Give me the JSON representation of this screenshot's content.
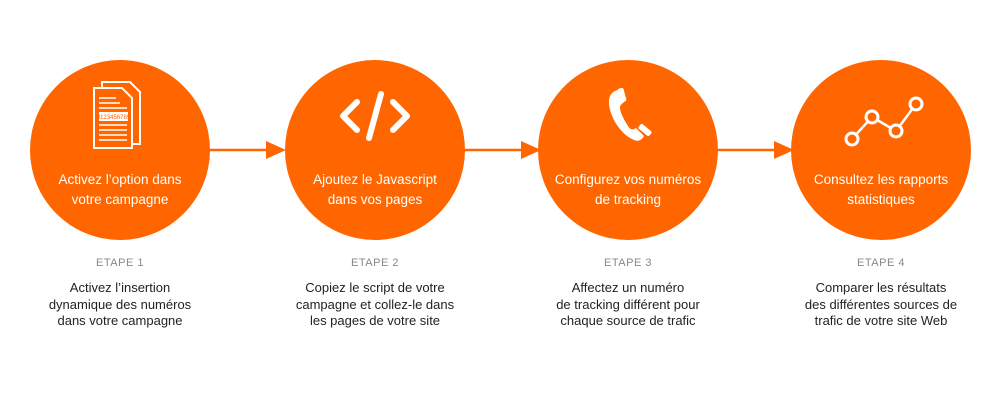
{
  "accent_color": "#ff6600",
  "steps": [
    {
      "icon": "document-icon",
      "document_number": "0123456789",
      "title": "Activez l’option dans\nvotre campagne",
      "label": "ETAPE 1",
      "description": "Activez l’insertion\ndynamique des numéros\ndans votre campagne"
    },
    {
      "icon": "code-icon",
      "title": "Ajoutez le Javascript\ndans vos pages",
      "label": "ETAPE 2",
      "description": "Copiez le script de votre\ncampagne et collez-le dans\nles pages de votre site"
    },
    {
      "icon": "phone-icon",
      "title": "Configurez vos numéros\nde tracking",
      "label": "ETAPE 3",
      "description": "Affectez un numéro\nde tracking différent pour\nchaque source de trafic"
    },
    {
      "icon": "line-chart-icon",
      "title": "Consultez les rapports\nstatistiques",
      "label": "ETAPE 4",
      "description": "Comparer les résultats\ndes différentes sources de\ntrafic de votre site Web"
    }
  ]
}
